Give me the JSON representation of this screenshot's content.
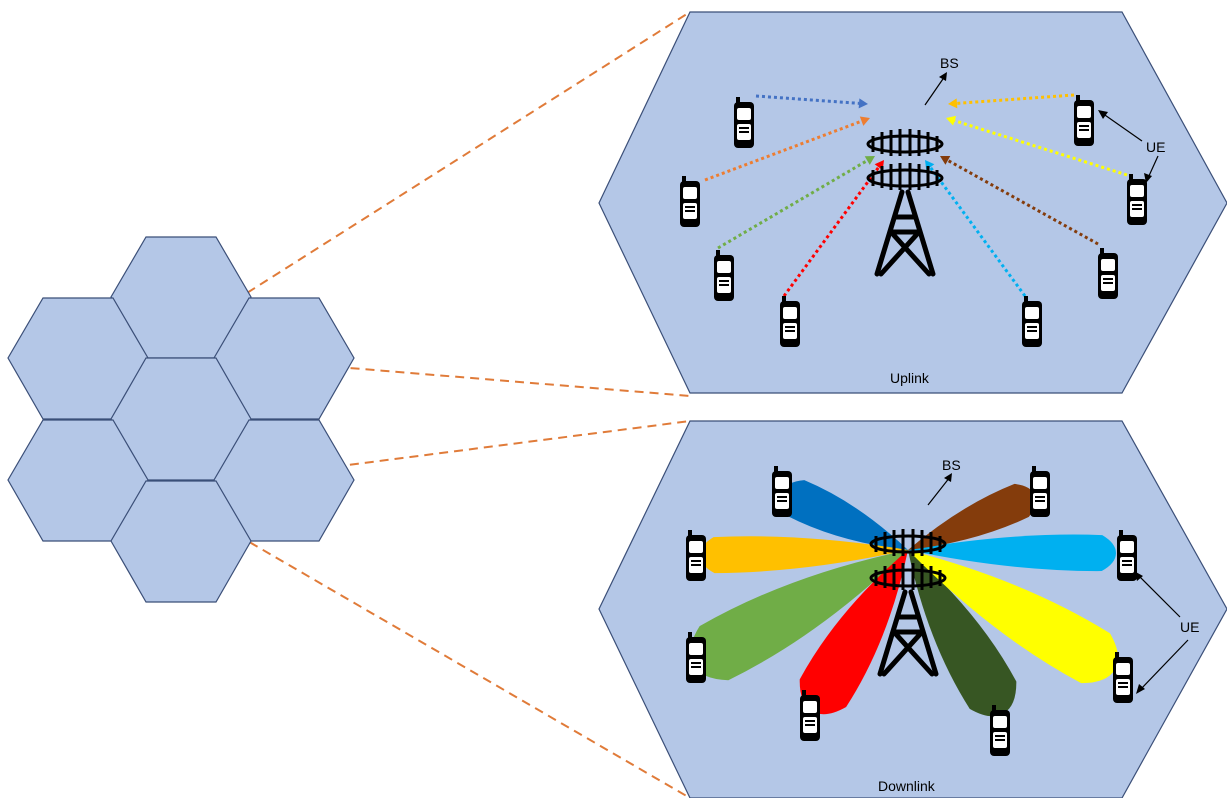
{
  "uplink": {
    "caption": "Uplink",
    "bs_label": "BS",
    "ue_label": "UE",
    "arrow_colors": [
      "#4472c4",
      "#ed7d31",
      "#70ad47",
      "#ff0000",
      "#00b0f0",
      "#843c0c",
      "#ffff00",
      "#ffc000"
    ]
  },
  "downlink": {
    "caption": "Downlink",
    "bs_label": "BS",
    "ue_label": "UE",
    "beam_colors": [
      "#0070c0",
      "#ffc000",
      "#70ad47",
      "#ff0000",
      "#375623",
      "#ffff00",
      "#00b0f0",
      "#843c0c"
    ]
  },
  "colors": {
    "cell_fill": "#b4c7e7",
    "cell_stroke": "#3b4f78",
    "zoom_line": "#e07b39"
  },
  "icons": [
    "base-station-tower-icon",
    "mobile-phone-icon"
  ]
}
